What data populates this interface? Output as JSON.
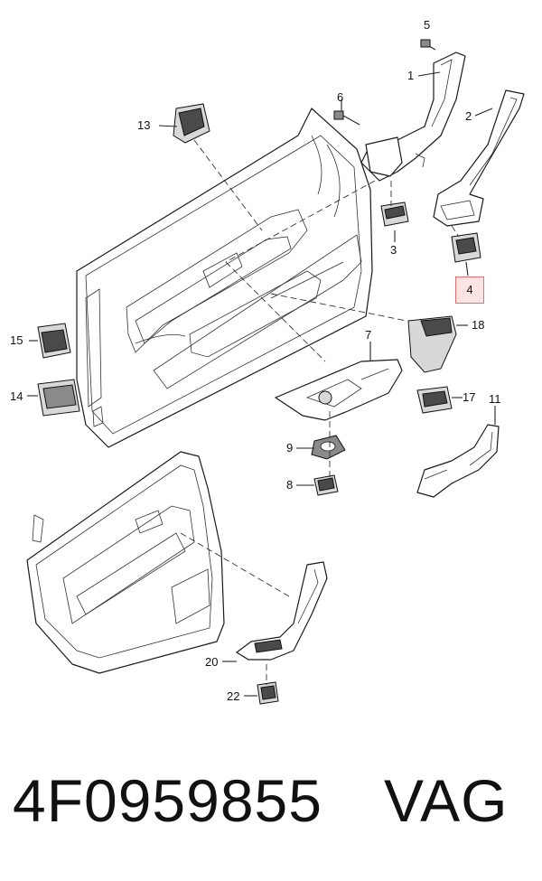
{
  "diagram": {
    "callouts": [
      "1",
      "2",
      "3",
      "4",
      "5",
      "6",
      "7",
      "8",
      "9",
      "11",
      "13",
      "14",
      "15",
      "17",
      "18",
      "20",
      "22"
    ],
    "highlighted": "4",
    "colors": {
      "highlight_fill": "#fde4e4",
      "highlight_border": "#e07070",
      "ink": "#111111"
    }
  },
  "footer": {
    "part_number": "4F0959855",
    "brand": "VAG"
  }
}
